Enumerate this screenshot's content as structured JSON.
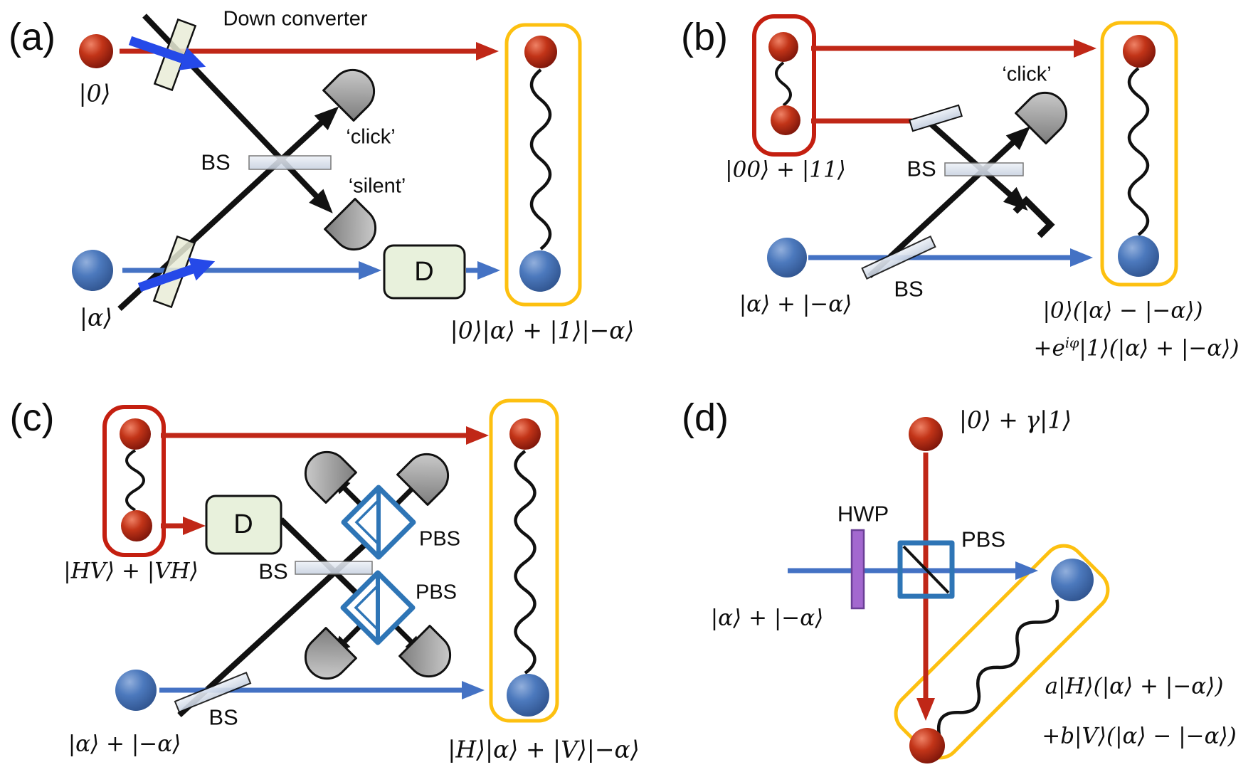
{
  "colors": {
    "red_beam": "#c02717",
    "blue_beam": "#4472c4",
    "entangled_box_red": "#c41f10",
    "output_box_yellow": "#fdc010",
    "pbs_blue": "#2e75b6",
    "hwp_purple": "#a368cf",
    "pump_arrow_blue": "#2549e8",
    "displacement_box_green": "#e8f1dc"
  },
  "panels": {
    "a": {
      "tag": "(a)",
      "down_converter_label": "Down converter",
      "input_top_state": "|0⟩",
      "input_bottom_state": "|α⟩",
      "bs_label": "BS",
      "click_label": "‘click’",
      "silent_label": "‘silent’",
      "displacement_label": "D",
      "output_state": "|0⟩|α⟩ + |1⟩|−α⟩"
    },
    "b": {
      "tag": "(b)",
      "source_state": "|00⟩ + |11⟩",
      "click_label": "‘click’",
      "bs_top_label": "BS",
      "bs_bottom_label": "BS",
      "input_bottom_state": "|α⟩ + |−α⟩",
      "output_line1": "|0⟩(|α⟩ − |−α⟩)",
      "output_line2_prefix": "+e",
      "output_line2_sup": "iφ",
      "output_line2_rest": "|1⟩(|α⟩ + |−α⟩)"
    },
    "c": {
      "tag": "(c)",
      "source_state": "|HV⟩ + |VH⟩",
      "displacement_label": "D",
      "bs_center_label": "BS",
      "bs_bottom_label": "BS",
      "pbs_top_label": "PBS",
      "pbs_bottom_label": "PBS",
      "input_bottom_state": "|α⟩ + |−α⟩",
      "output_state": "|H⟩|α⟩ + |V⟩|−α⟩"
    },
    "d": {
      "tag": "(d)",
      "input_top_state": "|0⟩ + γ|1⟩",
      "input_left_state": "|α⟩ + |−α⟩",
      "hwp_label": "HWP",
      "pbs_label": "PBS",
      "output_line1": "a|H⟩(|α⟩ + |−α⟩)",
      "output_line2": "+b|V⟩(|α⟩ − |−α⟩)"
    }
  }
}
